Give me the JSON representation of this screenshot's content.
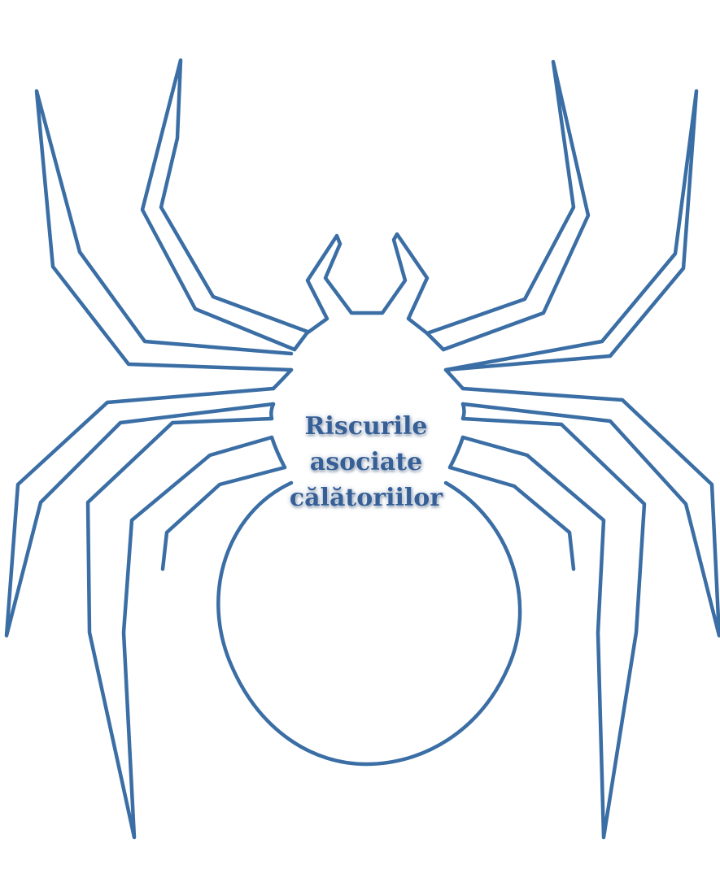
{
  "diagram": {
    "label_lines": [
      "Riscurile",
      "asociate",
      "călătoriilor"
    ],
    "outline_color": "#3a6ea5",
    "text_color": "#355f96",
    "background_color": "#ffffff"
  }
}
